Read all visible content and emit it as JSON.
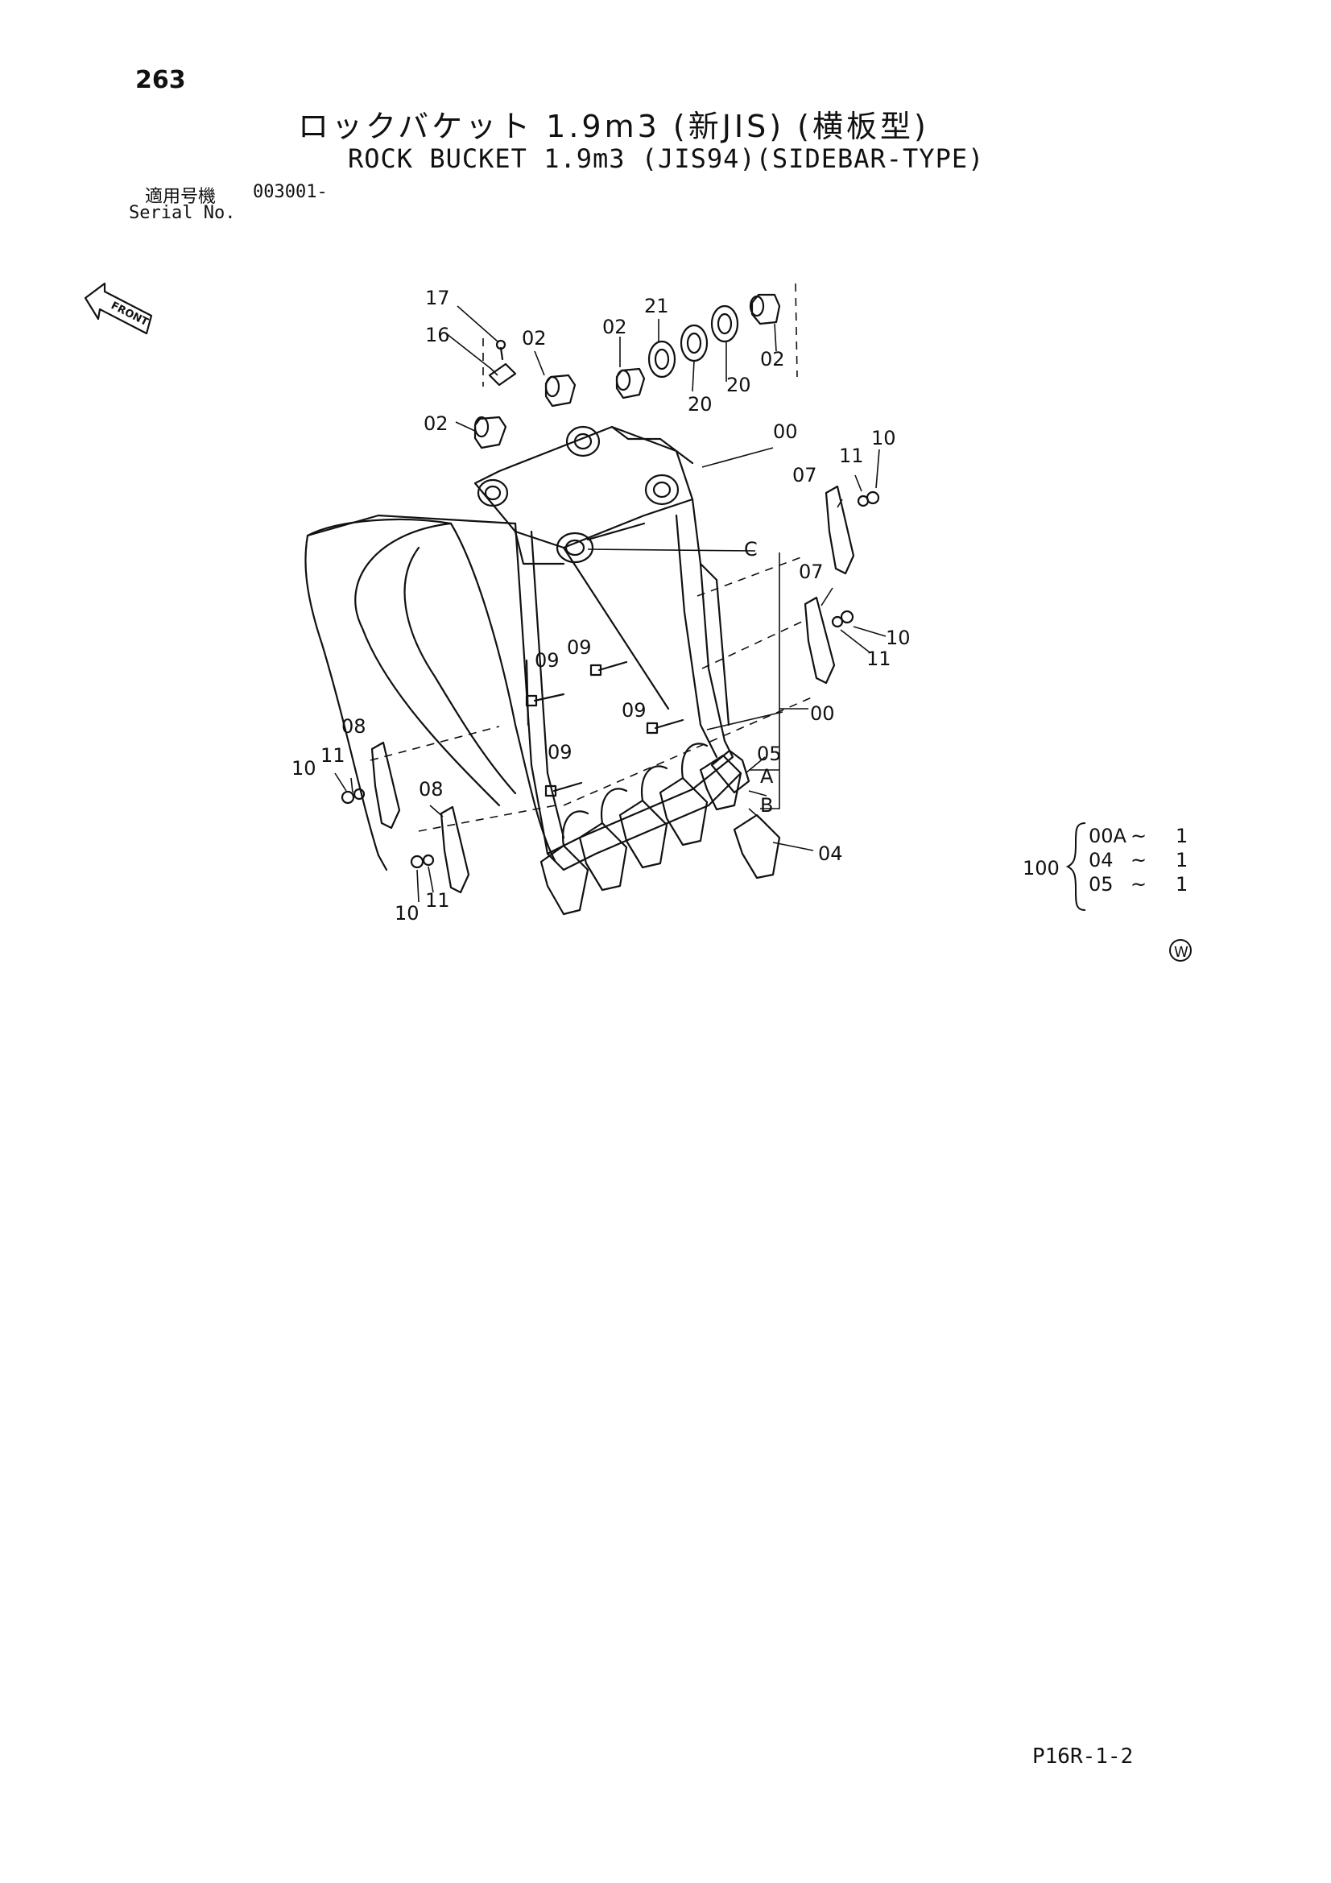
{
  "page": {
    "number": "263",
    "doc_code": "P16R-1-2"
  },
  "title": {
    "jp": "ロックバケット 1.9m3 (新JIS) (横板型)",
    "en": "ROCK BUCKET 1.9m3 (JIS94)(SIDEBAR-TYPE)"
  },
  "serial": {
    "label_jp": "適用号機",
    "value": "003001-",
    "label_en": "Serial No."
  },
  "front_label": "FRONT",
  "callouts": {
    "c17": "17",
    "c16": "16",
    "c02a": "02",
    "c02b": "02",
    "c21": "21",
    "c02c": "02",
    "c02d": "02",
    "c20a": "20",
    "c20b": "20",
    "c00a": "00",
    "c07a": "07",
    "c11a": "11",
    "c10a": "10",
    "cC": "C",
    "c07b": "07",
    "c10b": "10",
    "c11b": "11",
    "c09a": "09",
    "c09b": "09",
    "c09c": "09",
    "c09d": "09",
    "c00b": "00",
    "c05": "05",
    "cA": "A",
    "cB": "B",
    "c08a": "08",
    "c11c": "11",
    "c10c": "10",
    "c08b": "08",
    "c10d": "10",
    "c11d": "11",
    "c04": "04"
  },
  "kit": {
    "number": "100",
    "items": [
      {
        "part": "00A",
        "sep": "~",
        "qty": "1"
      },
      {
        "part": "04",
        "sep": "~",
        "qty": "1"
      },
      {
        "part": "05",
        "sep": "~",
        "qty": "1"
      }
    ]
  },
  "mark": "W",
  "colors": {
    "ink": "#111111",
    "paper": "#ffffff"
  }
}
